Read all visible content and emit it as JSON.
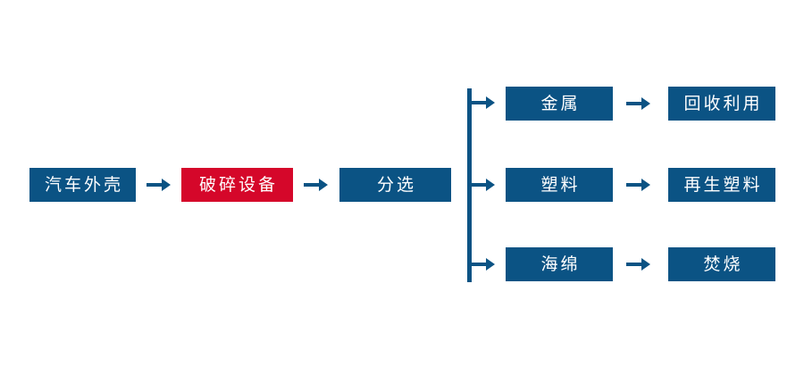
{
  "diagram": {
    "title": "",
    "colors": {
      "node_blue": "#0b5384",
      "node_red": "#d5072a",
      "arrow": "#0b5384",
      "background": "#ffffff",
      "text": "#ffffff"
    },
    "nodes": {
      "car_shell": "汽车外壳",
      "crusher": "破碎设备",
      "sorting": "分选",
      "metal": "金属",
      "plastic": "塑料",
      "sponge": "海绵",
      "recycle_reuse": "回收利用",
      "regenerated_plastic": "再生塑料",
      "incineration": "焚烧"
    },
    "arrows": {
      "glyph": "→",
      "icon_name": "right-arrow-icon",
      "a1_label": "汽车外壳 → 破碎设备",
      "a2_label": "破碎设备 → 分选",
      "a3_label": "金属 → 回收利用",
      "a4_label": "塑料 → 再生塑料",
      "a5_label": "海绵 → 焚烧",
      "b1_label": "分选 → 金属",
      "b2_label": "分选 → 塑料",
      "b3_label": "分选 → 海绵"
    }
  }
}
